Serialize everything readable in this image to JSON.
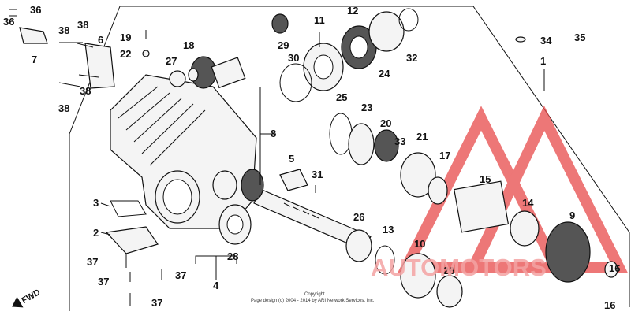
{
  "diagram": {
    "labels": {
      "p1": "1",
      "p2": "2",
      "p3": "3",
      "p4": "4",
      "p5": "5",
      "p6": "6",
      "p7": "7",
      "p8": "8",
      "p9": "9",
      "p10": "10",
      "p11": "11",
      "p12": "12",
      "p13": "13",
      "p14": "14",
      "p15": "15",
      "p16a": "16",
      "p16b": "16",
      "p17": "17",
      "p18": "18",
      "p19": "19",
      "p20": "20",
      "p21": "21",
      "p22": "22",
      "p23": "23",
      "p24": "24",
      "p25": "25",
      "p26a": "26",
      "p26b": "26",
      "p27": "27",
      "p28": "28",
      "p29": "29",
      "p30": "30",
      "p31": "31",
      "p32": "32",
      "p33": "33",
      "p34": "34",
      "p35": "35",
      "p36a": "36",
      "p36b": "36",
      "p37a": "37",
      "p37b": "37",
      "p37c": "37",
      "p37d": "37",
      "p38a": "38",
      "p38b": "38",
      "p38c": "38",
      "p38d": "38"
    },
    "fwd_label": "FWD",
    "copyright_line1": "Copyright",
    "copyright_line2": "Page design (c) 2004 - 2014 by ARI Network Services, Inc.",
    "watermark_text": "AUTOMOTORS",
    "colors": {
      "watermark": "#e84a4a",
      "ink": "#111111"
    }
  }
}
